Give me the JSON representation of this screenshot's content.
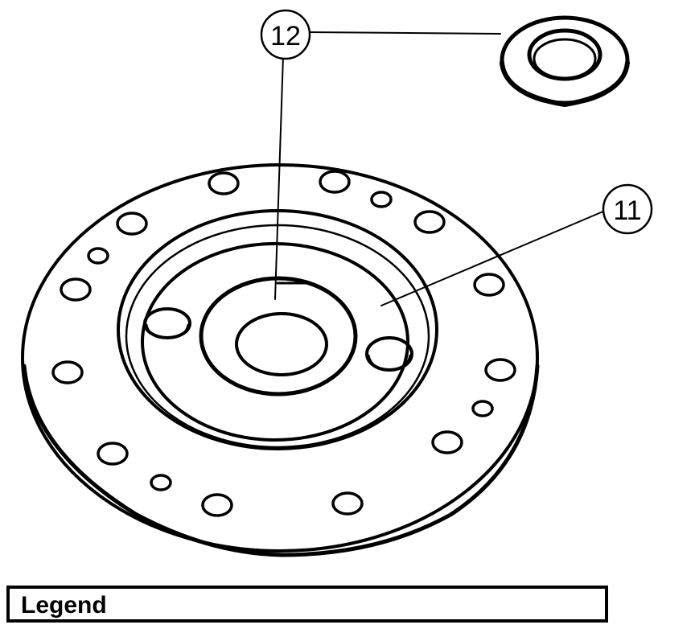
{
  "callouts": {
    "c12": "12",
    "c11": "11"
  },
  "legend": {
    "title": "Legend"
  }
}
